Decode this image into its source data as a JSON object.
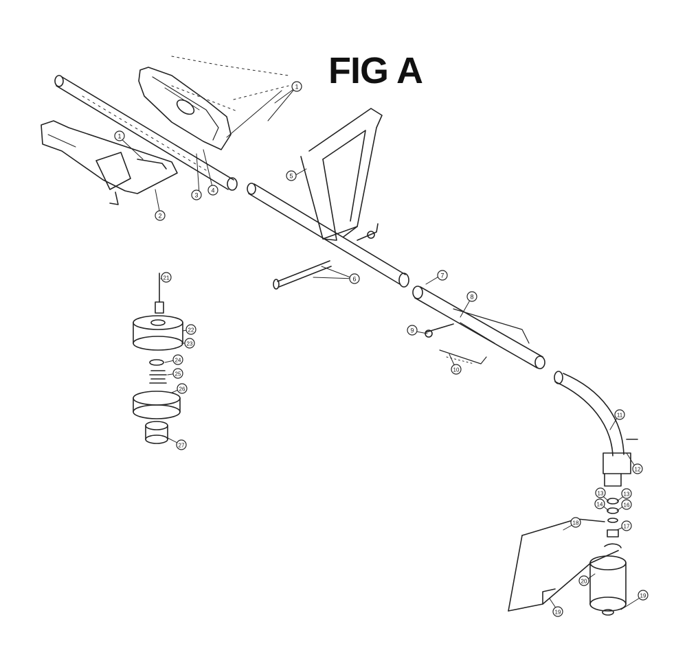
{
  "figure": {
    "title": "FIG A"
  },
  "callouts": [
    {
      "id": "c1a",
      "label": "1"
    },
    {
      "id": "c1b",
      "label": "1"
    },
    {
      "id": "c2",
      "label": "2"
    },
    {
      "id": "c3",
      "label": "3"
    },
    {
      "id": "c4",
      "label": "4"
    },
    {
      "id": "c5",
      "label": "5"
    },
    {
      "id": "c6",
      "label": "6"
    },
    {
      "id": "c7",
      "label": "7"
    },
    {
      "id": "c8",
      "label": "8"
    },
    {
      "id": "c9",
      "label": "9"
    },
    {
      "id": "c10",
      "label": "10"
    },
    {
      "id": "c11",
      "label": "11"
    },
    {
      "id": "c12",
      "label": "12"
    },
    {
      "id": "c13a",
      "label": "13"
    },
    {
      "id": "c13b",
      "label": "13"
    },
    {
      "id": "c14",
      "label": "14"
    },
    {
      "id": "c16",
      "label": "16"
    },
    {
      "id": "c17",
      "label": "17"
    },
    {
      "id": "c18",
      "label": "18"
    },
    {
      "id": "c19",
      "label": "19"
    },
    {
      "id": "c19b",
      "label": "19"
    },
    {
      "id": "c20",
      "label": "20"
    },
    {
      "id": "c21",
      "label": "21"
    },
    {
      "id": "c22",
      "label": "22"
    },
    {
      "id": "c23",
      "label": "23"
    },
    {
      "id": "c24",
      "label": "24"
    },
    {
      "id": "c25",
      "label": "25"
    },
    {
      "id": "c26",
      "label": "26"
    },
    {
      "id": "c27",
      "label": "27"
    }
  ]
}
